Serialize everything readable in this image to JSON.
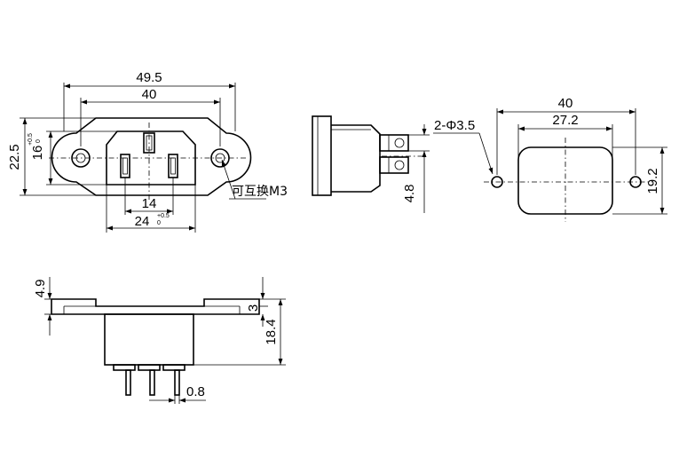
{
  "front_view": {
    "overall_width": "49.5",
    "hole_spacing": "40",
    "overall_height": "22.5",
    "body_height": "16",
    "body_height_tol_upper": "+0.5",
    "body_height_tol_lower": "0",
    "pin_spacing": "14",
    "body_width": "24",
    "body_width_tol_upper": "+0.5",
    "body_width_tol_lower": "0",
    "mount_note": "可互换M3"
  },
  "side_view": {
    "pin_dimension": "4.8"
  },
  "cutout_view": {
    "hole_spacing": "40",
    "cutout_width": "27.2",
    "hole_callout": "2-Φ3.5",
    "cutout_height": "19.2"
  },
  "bottom_view": {
    "flange_thickness": "4.9",
    "flange_step": "3",
    "body_depth": "18.4",
    "pin_width": "0.8"
  }
}
